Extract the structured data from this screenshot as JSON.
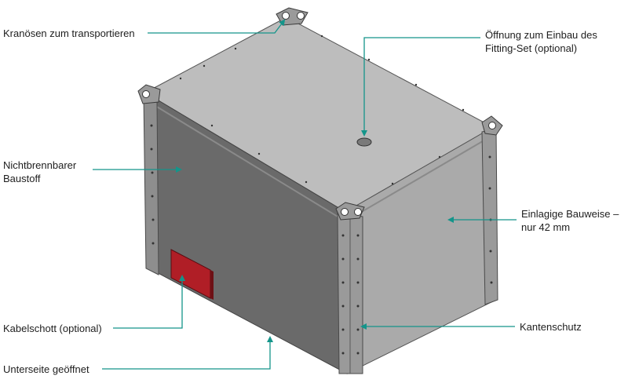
{
  "colors": {
    "leader": "#14958a",
    "top_face": "#b9b9b9",
    "front_face": "#6a6a6a",
    "side_face": "#a9a9a9",
    "edge_profile": "#8e8e8e",
    "hatch": "#b01e26"
  },
  "callouts": {
    "crane_eyes": "Kranösen zum transportieren",
    "opening": {
      "line1": "Öffnung zum Einbau des",
      "line2": "Fitting-Set (optional)"
    },
    "non_combustible": {
      "line1": "Nichtbrennbarer",
      "line2": "Baustoff"
    },
    "single_layer": {
      "line1": "Einlagige Bauweise –",
      "line2": "nur 42 mm"
    },
    "cable_bulkhead": "Kabelschott (optional)",
    "edge_protection": "Kantenschutz",
    "open_bottom": "Unterseite geöffnet"
  }
}
